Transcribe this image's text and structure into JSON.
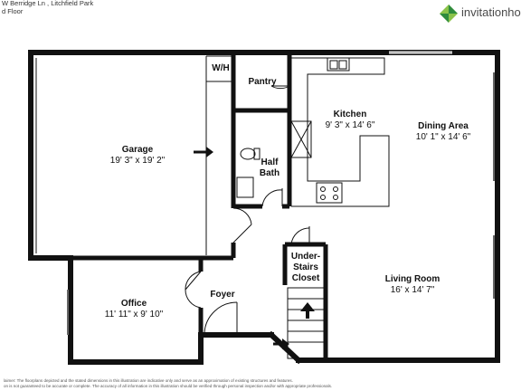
{
  "header": {
    "address": "W Berridge Ln , Litchfield Park",
    "floor": "d Floor",
    "brand": "invitationho"
  },
  "rooms": {
    "garage": {
      "name": "Garage",
      "dims": "19' 3\" x 19' 2\""
    },
    "wh": {
      "name": "W/H"
    },
    "pantry": {
      "name": "Pantry"
    },
    "kitchen": {
      "name": "Kitchen",
      "dims": "9' 3\" x 14' 6\""
    },
    "dining": {
      "name": "Dining Area",
      "dims": "10' 1\" x 14' 6\""
    },
    "half_bath": {
      "name_line1": "Half",
      "name_line2": "Bath"
    },
    "under_stairs": {
      "line1": "Under-",
      "line2": "Stairs",
      "line3": "Closet"
    },
    "office": {
      "name": "Office",
      "dims": "11' 11\" x 9' 10\""
    },
    "foyer": {
      "name": "Foyer"
    },
    "living": {
      "name": "Living Room",
      "dims": "16' x 14' 7\""
    }
  },
  "disclaimer": {
    "line1": "laimer: The floorplans depicted and the stated dimensions in this illustration are indicative only and serve as an approximation of existing structures and features.",
    "line2": "on is not guaranteed to be accurate or complete. The accuracy of all information in this illustration should be verified through personal inspection and/or with appropriate professionals."
  },
  "colors": {
    "wall": "#111111",
    "logo_dark": "#2e8b3e",
    "logo_light": "#8bc34a",
    "window": "#888888"
  },
  "icons": [
    "entry-arrow-icon",
    "stair-up-arrow-icon",
    "toilet-icon",
    "sink-icon",
    "stove-icon",
    "fridge-icon",
    "invitation-homes-logo-icon"
  ]
}
